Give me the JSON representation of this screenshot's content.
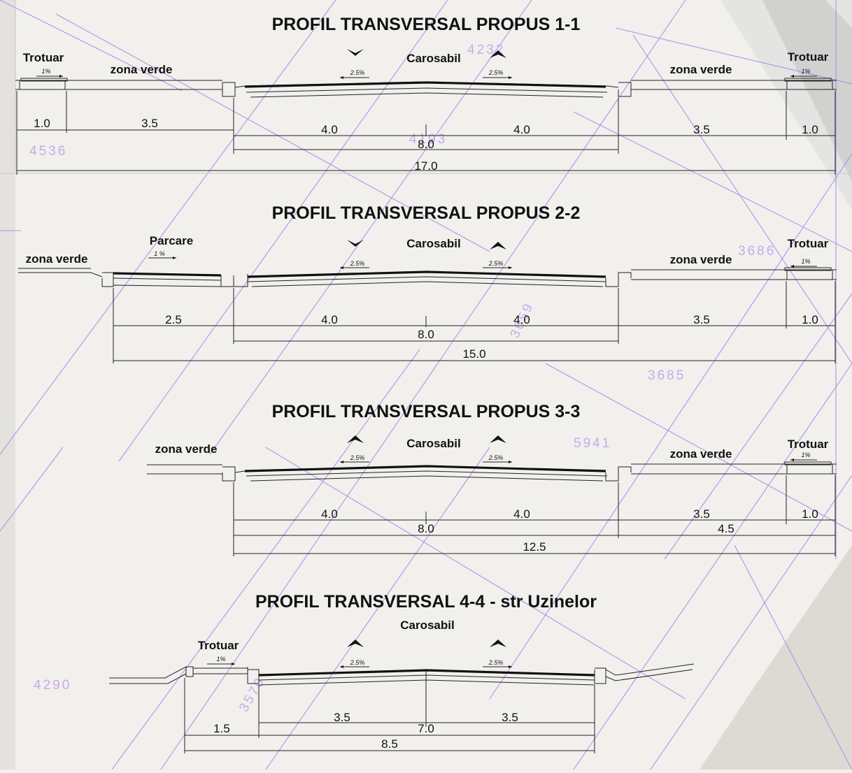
{
  "colors": {
    "background": "#f1f0ed",
    "overlay_lines": "#a98be8",
    "parcel_numbers": "#c9a9ec",
    "drawing": "#111111"
  },
  "parcel_numbers": [
    "4232",
    "4536",
    "4193",
    "3686",
    "3659",
    "3685",
    "5941",
    "4290",
    "3570"
  ],
  "profiles": {
    "p1": {
      "title": "PROFIL TRANSVERSAL PROPUS 1-1",
      "labels": {
        "left_sidewalk": "Trotuar",
        "left_green": "zona verde",
        "roadway": "Carosabil",
        "right_green": "zona verde",
        "right_sidewalk": "Trotuar"
      },
      "slopes": {
        "left_sidewalk": "1%",
        "road_left": "2.5%",
        "road_right": "2.5%",
        "right_sidewalk": "1%"
      },
      "dims": {
        "d1": "1.0",
        "d2": "3.5",
        "d3": "4.0",
        "d4": "4.0",
        "d5": "3.5",
        "d6": "1.0",
        "d7": "8.0",
        "d8": "17.0"
      }
    },
    "p2": {
      "title": "PROFIL TRANSVERSAL PROPUS 2-2",
      "labels": {
        "parking": "Parcare",
        "left_green": "zona verde",
        "roadway": "Carosabil",
        "right_sidewalk": "Trotuar",
        "right_green": "zona verde"
      },
      "slopes": {
        "parking": "1 %",
        "road_left": "2.5%",
        "road_right": "2.5%",
        "right_sidewalk": "1%"
      },
      "dims": {
        "d1": "2.5",
        "d2": "4.0",
        "d3": "4.0",
        "d4": "3.5",
        "d5": "1.0",
        "d6": "8.0",
        "d7": "15.0"
      }
    },
    "p3": {
      "title": "PROFIL TRANSVERSAL PROPUS 3-3",
      "labels": {
        "left_green": "zona verde",
        "roadway": "Carosabil",
        "right_sidewalk": "Trotuar",
        "right_green": "zona verde"
      },
      "slopes": {
        "road_left": "2.5%",
        "road_right": "2.5%",
        "right_sidewalk": "1%"
      },
      "dims": {
        "d1": "4.0",
        "d2": "4.0",
        "d3": "3.5",
        "d4": "1.0",
        "d5": "8.0",
        "d6": "4.5",
        "d7": "12.5"
      }
    },
    "p4": {
      "title": "PROFIL TRANSVERSAL  4-4 - str Uzinelor",
      "labels": {
        "roadway": "Carosabil",
        "left_sidewalk": "Trotuar"
      },
      "slopes": {
        "left_sidewalk": "1%",
        "road_left": "2.5%",
        "road_right": "2.5%"
      },
      "dims": {
        "d1": "3.5",
        "d2": "3.5",
        "d3": "1.5",
        "d4": "7.0",
        "d5": "8.5"
      }
    }
  }
}
